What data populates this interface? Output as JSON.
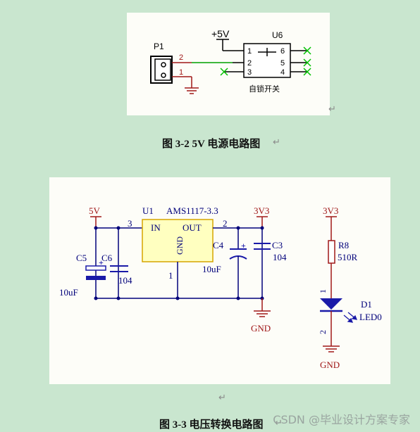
{
  "figure1": {
    "caption": "图 3-2 5V 电源电路图",
    "p1_label": "P1",
    "pin2": "2",
    "pin1": "1",
    "vcc_label": "+5V",
    "u6_label": "U6",
    "u6_pins_left": [
      "1",
      "2",
      "3"
    ],
    "u6_pins_right": [
      "6",
      "5",
      "4"
    ],
    "u6_name": "自锁开关"
  },
  "figure2": {
    "caption": "图 3-3 电压转换电路图",
    "net_5v": "5V",
    "u1_label": "U1",
    "u1_part": "AMS1117-3.3",
    "net_3v3": "3V3",
    "net_3v3_led": "3V3",
    "pin_in_num": "3",
    "pin_in": "IN",
    "pin_out": "OUT",
    "pin_out_num": "2",
    "pin_gnd": "GND",
    "pin_gnd_num": "1",
    "c5": "C5",
    "c6": "C6",
    "c5_value": "10uF",
    "c6_value": "104",
    "c4": "C4",
    "c4_value": "10uF",
    "c3": "C3",
    "c3_value": "104",
    "plus": "+",
    "plus2": "+",
    "gnd_label": "GND",
    "r8": "R8",
    "r8_value": "510R",
    "led_pin1": "1",
    "led_pin2": "2",
    "d1": "D1",
    "d1_value": "LED0",
    "gnd_label_led": "GND"
  },
  "colors": {
    "wire": "#00007a",
    "net_label": "#a01818",
    "part": "#d6a500",
    "part_fill": "#ffffc0",
    "cap_plate": "#1a1aa8",
    "noconnect": "#00c000",
    "green_wire": "#00a000"
  },
  "marks": {
    "return_symbol": "↵",
    "watermark": "CSDN @毕业设计方案专家"
  }
}
